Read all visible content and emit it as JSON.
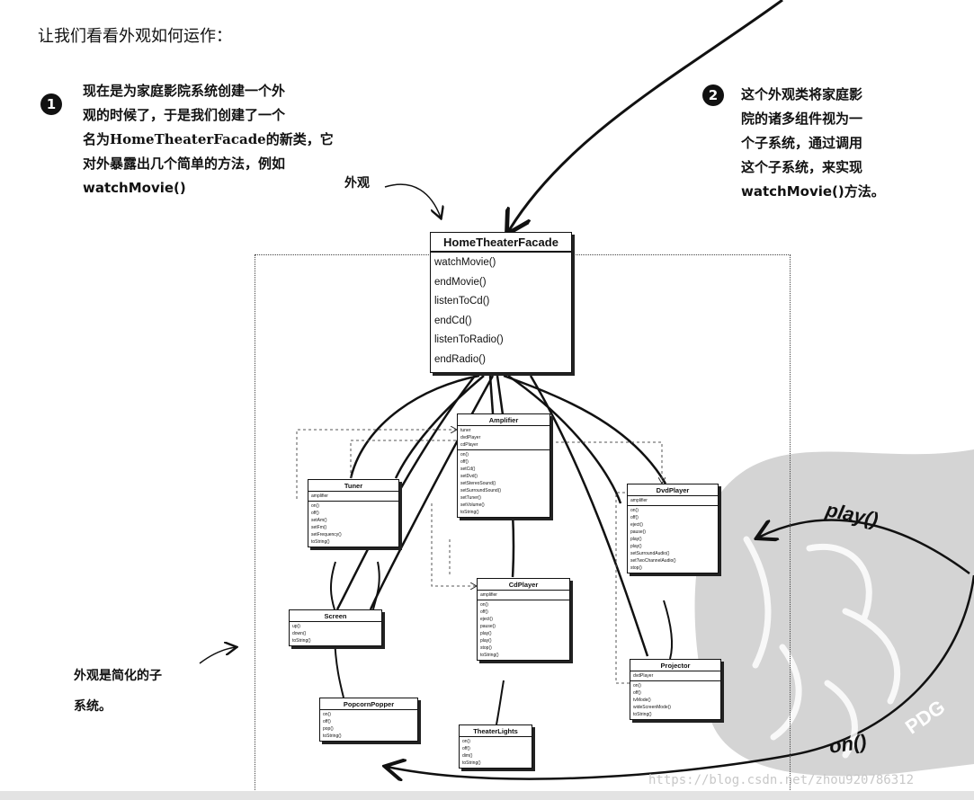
{
  "heading": "让我们看看外观如何运作：",
  "note1": {
    "number": "1",
    "lines": [
      "现在是为家庭影院系统创建一个外",
      "观的时候了，于是我们创建了一个",
      "名为HomeTheaterFacade的新类，它",
      "对外暴露出几个简单的方法，例如"
    ],
    "method": "watchMovie()"
  },
  "note2": {
    "number": "2",
    "lines": [
      "这个外观类将家庭影",
      "院的诸多组件视为一",
      "个子系统，通过调用",
      "这个子系统，来实现"
    ],
    "method": "watchMovie()",
    "suffix": "方法。"
  },
  "label_facade": "外观",
  "label_subsystem": [
    "外观是简化的子",
    "系统。"
  ],
  "facade_class": {
    "name": "HomeTheaterFacade",
    "methods": [
      "watchMovie()",
      "endMovie()",
      "listenToCd()",
      "endCd()",
      "listenToRadio()",
      "endRadio()"
    ]
  },
  "classes": {
    "amplifier": {
      "name": "Amplifier",
      "attrs": [
        "tuner",
        "dvdPlayer",
        "cdPlayer"
      ],
      "methods": [
        "on()",
        "off()",
        "setCd()",
        "setDvd()",
        "setStereoSound()",
        "setSurroundSound()",
        "setTuner()",
        "setVolume()",
        "toString()"
      ]
    },
    "tuner": {
      "name": "Tuner",
      "attrs": [
        "amplifier"
      ],
      "methods": [
        "on()",
        "off()",
        "setAm()",
        "setFm()",
        "setFrequency()",
        "toString()"
      ]
    },
    "dvdplayer": {
      "name": "DvdPlayer",
      "attrs": [
        "amplifier"
      ],
      "methods": [
        "on()",
        "off()",
        "eject()",
        "pause()",
        "play()",
        "play()",
        "setSurroundAudio()",
        "setTwoChannelAudio()",
        "stop()"
      ]
    },
    "cdplayer": {
      "name": "CdPlayer",
      "attrs": [
        "amplifier"
      ],
      "methods": [
        "on()",
        "off()",
        "eject()",
        "pause()",
        "play()",
        "play()",
        "stop()",
        "toString()"
      ]
    },
    "screen": {
      "name": "Screen",
      "methods": [
        "up()",
        "down()",
        "toString()"
      ]
    },
    "projector": {
      "name": "Projector",
      "attrs": [
        "dvdPlayer"
      ],
      "methods": [
        "on()",
        "off()",
        "tvMode()",
        "wideScreenMode()",
        "toString()"
      ]
    },
    "popcorn": {
      "name": "PopcornPopper",
      "methods": [
        "on()",
        "off()",
        "pop()",
        "toString()"
      ]
    },
    "lights": {
      "name": "TheaterLights",
      "methods": [
        "on()",
        "off()",
        "dim()",
        "toString()"
      ]
    }
  },
  "client_calls": [
    "play()",
    "on()"
  ],
  "watermark": "PDG",
  "url": "https://blog.csdn.net/zhou920786312"
}
